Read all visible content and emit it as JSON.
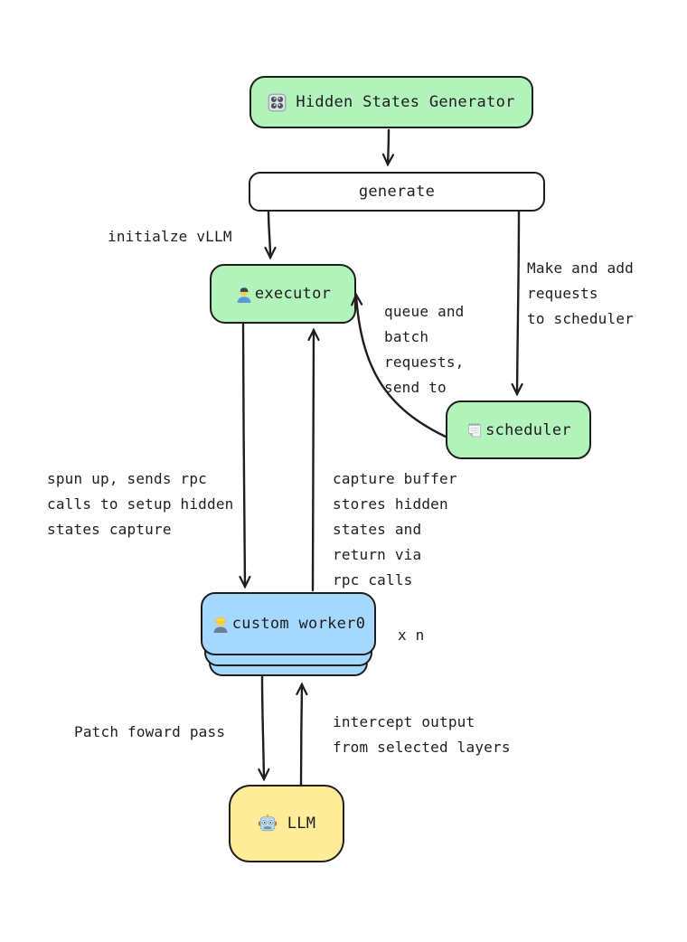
{
  "nodes": {
    "generator": {
      "label": "Hidden States Generator",
      "icon": "control-knobs-icon",
      "fill": "#b2f2bb"
    },
    "generate": {
      "label": "generate",
      "fill": "#ffffff"
    },
    "executor": {
      "label": "executor",
      "icon": "factory-worker-icon",
      "fill": "#b2f2bb"
    },
    "scheduler": {
      "label": "scheduler",
      "icon": "notepad-icon",
      "fill": "#b2f2bb"
    },
    "worker": {
      "label": "custom worker0",
      "icon": "construction-worker-icon",
      "fill": "#a5d8ff",
      "multiplier_label": "x n"
    },
    "llm": {
      "label": "LLM",
      "icon": "robot-icon",
      "fill": "#ffec99"
    }
  },
  "annotations": {
    "initialize_vllm": "initialze vLLM",
    "make_and_add_requests": "Make and add\nrequests\nto scheduler",
    "queue_and_batch": "queue and\nbatch\nrequests,\nsend to",
    "spun_up_rpc": "spun up, sends rpc\ncalls to setup hidden\nstates capture",
    "capture_buffer": "capture buffer\nstores hidden\nstates and\nreturn via\nrpc calls",
    "patch_forward_pass": "Patch foward pass",
    "intercept_output": "intercept output\nfrom selected layers"
  },
  "edges": [
    {
      "from": "generator",
      "to": "generate"
    },
    {
      "from": "generate",
      "to": "executor",
      "annotation": "initialize_vllm"
    },
    {
      "from": "generate",
      "to": "scheduler",
      "annotation": "make_and_add_requests"
    },
    {
      "from": "scheduler",
      "to": "executor",
      "annotation": "queue_and_batch"
    },
    {
      "from": "executor",
      "to": "worker",
      "annotation": "spun_up_rpc"
    },
    {
      "from": "worker",
      "to": "executor",
      "annotation": "capture_buffer"
    },
    {
      "from": "worker",
      "to": "llm",
      "annotation": "patch_forward_pass"
    },
    {
      "from": "llm",
      "to": "worker",
      "annotation": "intercept_output"
    }
  ],
  "colors": {
    "node_green": "#b2f2bb",
    "node_blue": "#a5d8ff",
    "node_yellow": "#ffec99",
    "node_white": "#ffffff",
    "stroke": "#1e1e1e",
    "background": "#ffffff"
  }
}
